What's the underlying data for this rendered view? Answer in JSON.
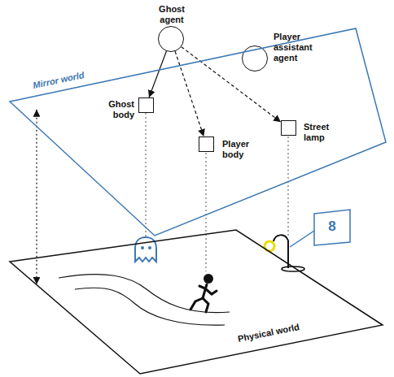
{
  "diagram": {
    "nodes": [
      {
        "text": [
          "Ghost agent"
        ]
      },
      {
        "text": [
          "Player assistant agent"
        ]
      },
      {
        "text": [
          "Mirror world"
        ]
      },
      {
        "text": [
          "Ghost body"
        ],
        "in": 2
      },
      {
        "text": [
          "Player body"
        ],
        "in": 2
      },
      {
        "text": [
          "Street lamp"
        ],
        "in": 2
      },
      {
        "text": [
          "8"
        ]
      },
      {
        "text": [
          "Physical world"
        ]
      }
    ],
    "edges": [
      {
        "from": 0,
        "to": 3,
        "arrow": "to"
      },
      {
        "from": 0,
        "to": 4,
        "arrow": "to"
      },
      {
        "from": 0,
        "to": 5,
        "arrow": "to"
      },
      {
        "from": 2,
        "to": 7,
        "arrow": "both"
      }
    ]
  }
}
